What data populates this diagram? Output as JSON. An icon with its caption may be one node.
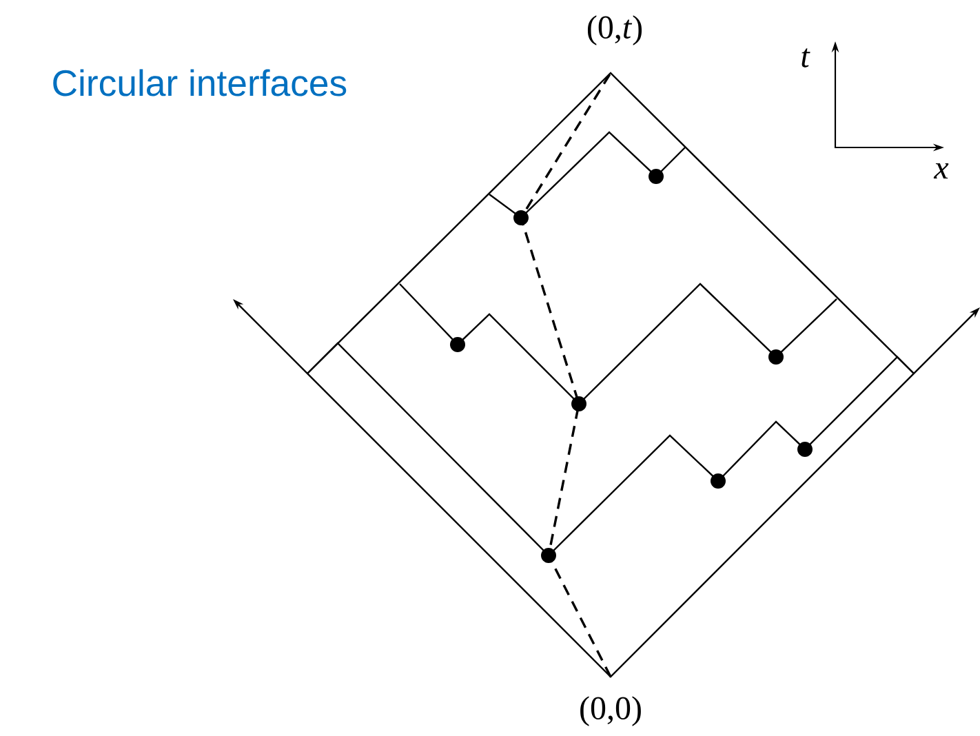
{
  "diagram": {
    "title": "Circular interfaces",
    "labels": [
      "(0,*t*)",
      "t",
      "x",
      "(0,0)"
    ]
  }
}
